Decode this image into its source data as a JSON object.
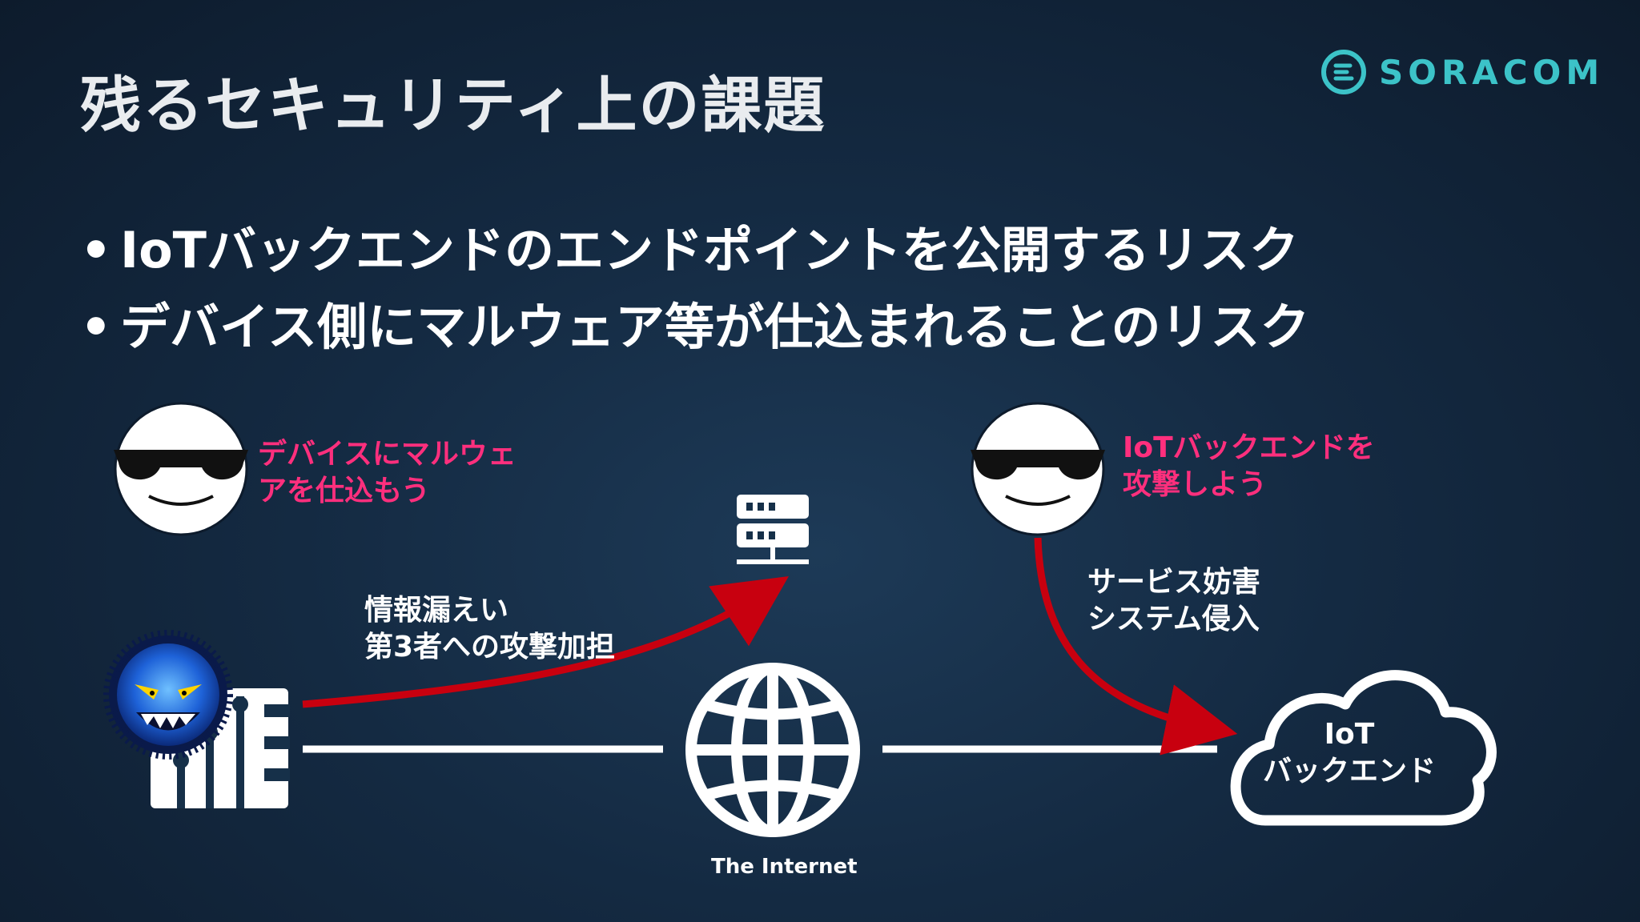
{
  "slide": {
    "title": "残るセキュリティ上の課題",
    "logo_text": "SORACOM",
    "bullets": [
      "IoTバックエンドのエンドポイントを公開するリスク",
      "デバイス側にマルウェア等が仕込まれることのリスク"
    ]
  },
  "diagram": {
    "attacker_left_line1": "デバイスにマルウェ",
    "attacker_left_line2": "アを仕込もう",
    "attacker_right_line1": "IoTバックエンドを",
    "attacker_right_line2": "攻撃しよう",
    "leak_line1": "情報漏えい",
    "leak_line2": "第3者への攻撃加担",
    "dos_line1": "サービス妨害",
    "dos_line2": "システム侵入",
    "internet_label": "The Internet",
    "cloud_line1": "IoT",
    "cloud_line2": "バックエンド"
  },
  "colors": {
    "accent_teal": "#3cc3c8",
    "attacker_text": "#ff2f7d",
    "arrow_red": "#c8000f"
  },
  "icons": [
    "soracom-logo-icon",
    "attacker-face-icon",
    "malware-monster-icon",
    "device-chip-icon",
    "server-icon",
    "globe-icon",
    "cloud-icon"
  ]
}
